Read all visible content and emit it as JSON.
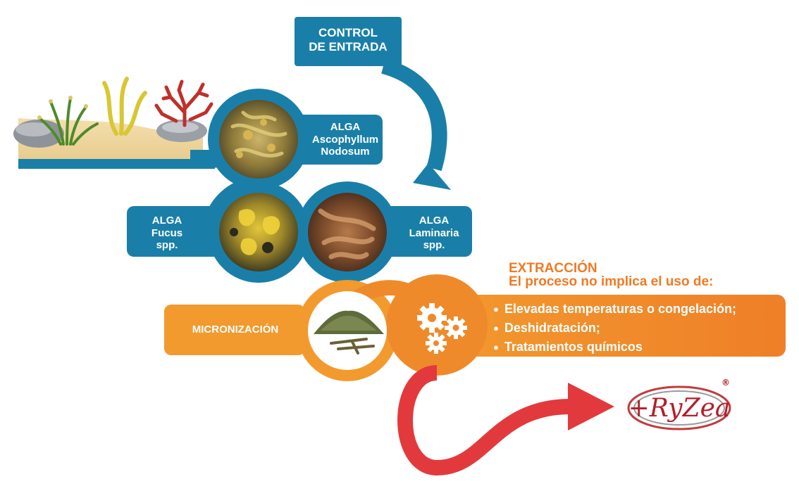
{
  "steps": {
    "control": {
      "line1": "CONTROL",
      "line2": "DE ENTRADA"
    },
    "ascophyllum": {
      "line1": "ALGA",
      "line2": "Ascophyllum",
      "line3": "Nodosum"
    },
    "fucus": {
      "line1": "ALGA",
      "line2": "Fucus",
      "line3": "spp."
    },
    "laminaria": {
      "line1": "ALGA",
      "line2": "Laminaria",
      "line3": "spp."
    },
    "micronizacion": {
      "label": "MICRONIZACIÓN"
    },
    "extraccion": {
      "title": "EXTRACCIÓN",
      "subtitle": "El proceso no implica el uso de:",
      "items": [
        "Elevadas temperaturas o congelación;",
        "Deshidratación;",
        "Tratamientos químicos"
      ]
    }
  },
  "brand": {
    "name": "+RyZea",
    "registered": "®"
  },
  "icons": [
    "seabed-illustration",
    "seaweed-photo",
    "powder-photo",
    "gears-icon",
    "arrow-icon",
    "ryzea-logo"
  ],
  "colors": {
    "blue": "#1a7fa8",
    "orange": "#f29a2e",
    "deep_orange": "#ef7f28",
    "red": "#e23a3c",
    "dark_red": "#b11f2a"
  }
}
